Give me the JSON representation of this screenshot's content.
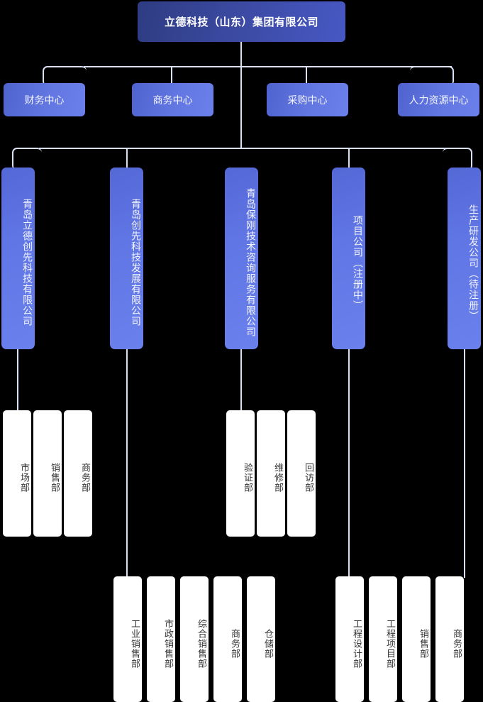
{
  "theme": {
    "background": "#000000",
    "root_color_start": "#2e3c83",
    "root_color_end": "#4758c4",
    "node_color_start": "#4f63cf",
    "node_color_end": "#6b80ea",
    "leaf_background": "#ffffff",
    "leaf_text": "#333333",
    "connector_color": "#d9dff5"
  },
  "root": {
    "label": "立德科技（山东）集团有限公司"
  },
  "centers": [
    {
      "label": "财务中心"
    },
    {
      "label": "商务中心"
    },
    {
      "label": "采购中心"
    },
    {
      "label": "人力资源中心"
    }
  ],
  "subsidiaries": [
    {
      "label": "青岛立德创先科技有限公司",
      "departments": [
        {
          "label": "市场部"
        },
        {
          "label": "销售部"
        },
        {
          "label": "商务部"
        }
      ]
    },
    {
      "label": "青岛创先科技发展有限公司",
      "departments": [
        {
          "label": "工业销售部"
        },
        {
          "label": "市政销售部"
        },
        {
          "label": "综合销售部"
        },
        {
          "label": "商务部"
        },
        {
          "label": "仓储部"
        }
      ]
    },
    {
      "label": "青岛保刚技术咨询服务有限公司",
      "departments": [
        {
          "label": "验证部"
        },
        {
          "label": "维修部"
        },
        {
          "label": "回访部"
        }
      ]
    },
    {
      "label": "项目公司（注册中）",
      "departments": [
        {
          "label": "工程设计部"
        },
        {
          "label": "工程项目部"
        },
        {
          "label": "销售部"
        },
        {
          "label": "商务部"
        }
      ]
    },
    {
      "label": "生产研发公司（待注册）",
      "departments": []
    }
  ]
}
